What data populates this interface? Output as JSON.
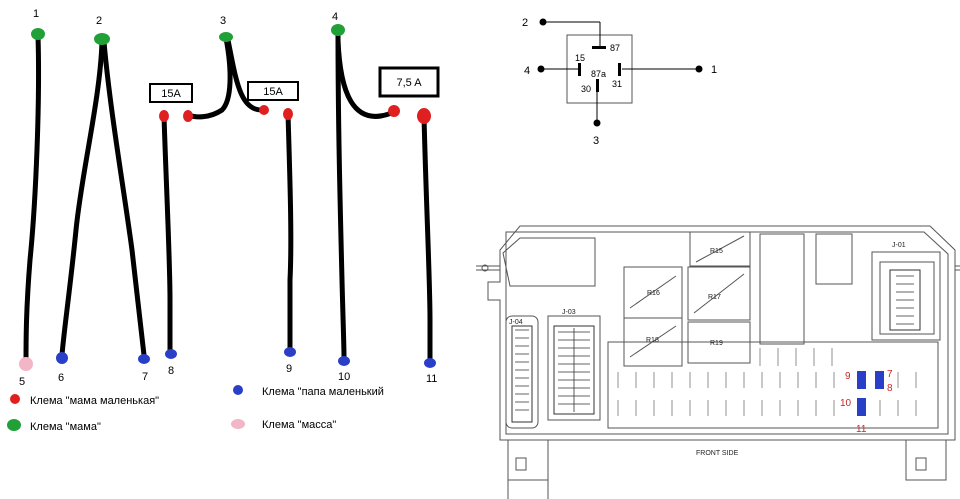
{
  "wiring": {
    "numbers": [
      "1",
      "2",
      "3",
      "4",
      "5",
      "6",
      "7",
      "8",
      "9",
      "10",
      "11"
    ],
    "fuses": [
      "15A",
      "15A",
      "7,5 A"
    ]
  },
  "relay": {
    "pins_outer": [
      "2",
      "4",
      "1",
      "3"
    ],
    "pins_inner": [
      "87",
      "15",
      "87a",
      "31",
      "30"
    ]
  },
  "legend": {
    "items": [
      {
        "label": "Клема \"мама маленькая\"",
        "color": "#e02020"
      },
      {
        "label": "Клема \"мама\"",
        "color": "#21a038"
      },
      {
        "label": "Клема \"папа маленький",
        "color": "#2a3fc8"
      },
      {
        "label": "Клема \"масса\"",
        "color": "#f2b6c6"
      }
    ]
  },
  "fusebox": {
    "relays": [
      "R15",
      "R16",
      "R17",
      "R18",
      "R19"
    ],
    "connectors": [
      "J-04",
      "J-03",
      "J-01"
    ],
    "front_side": "FRONT SIDE",
    "marks": [
      "7",
      "8",
      "9",
      "10",
      "11"
    ]
  },
  "colors": {
    "wire": "#000000",
    "red_terminal": "#e02020",
    "green_terminal": "#21a038",
    "blue_terminal": "#2a3fc8",
    "pink_terminal": "#f2b6c6",
    "mark": "#c62828"
  }
}
